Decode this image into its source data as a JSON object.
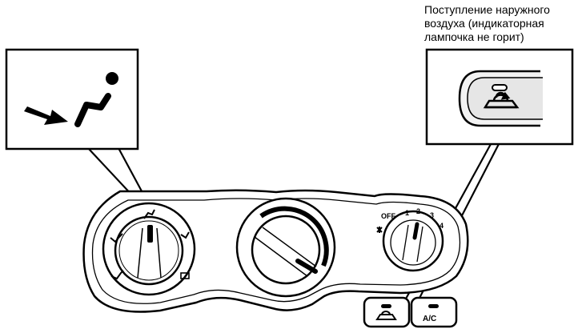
{
  "callout": {
    "label_lines": [
      "Поступление наружного",
      "воздуха (индикаторная",
      "лампочка не горит)"
    ]
  },
  "fan_control": {
    "off_label": "OFF",
    "speed_labels": [
      "1",
      "2",
      "3",
      "4"
    ]
  },
  "buttons": {
    "ac_label": "A/C"
  },
  "icons": {
    "left_callout": "vent-mode-arrow-icon",
    "right_callout": "recirculation-button-icon"
  },
  "colors": {
    "ink": "#000000",
    "paper": "#ffffff",
    "shading": "#e6e6e6"
  }
}
